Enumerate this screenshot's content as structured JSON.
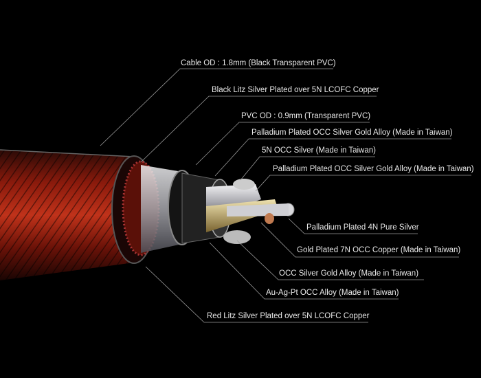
{
  "labels": [
    "Cable OD : 1.8mm (Black Transparent PVC)",
    "Black Litz Silver Plated over 5N LCOFC Copper",
    "PVC OD : 0.9mm (Transparent PVC)",
    "Palladium Plated OCC Silver Gold Alloy (Made in Taiwan)",
    "5N OCC Silver (Made in Taiwan)",
    "Palladium Plated OCC Silver Gold Alloy (Made in Taiwan)",
    "Palladium Plated 4N Pure Silver",
    "Gold Plated 7N OCC Copper (Made in Taiwan)",
    "OCC Silver Gold Alloy (Made in Taiwan)",
    "Au-Ag-Pt OCC Alloy (Made in Taiwan)",
    "Red Litz Silver Plated over 5N LCOFC Copper"
  ],
  "colors": {
    "background": "#000000",
    "text": "#e8e8e8",
    "leader": "#9a9a9a",
    "jacket_red": "#b0200f",
    "silver": "#c8c8cc",
    "gold": "#c9b27a",
    "copper": "#c07a50"
  }
}
